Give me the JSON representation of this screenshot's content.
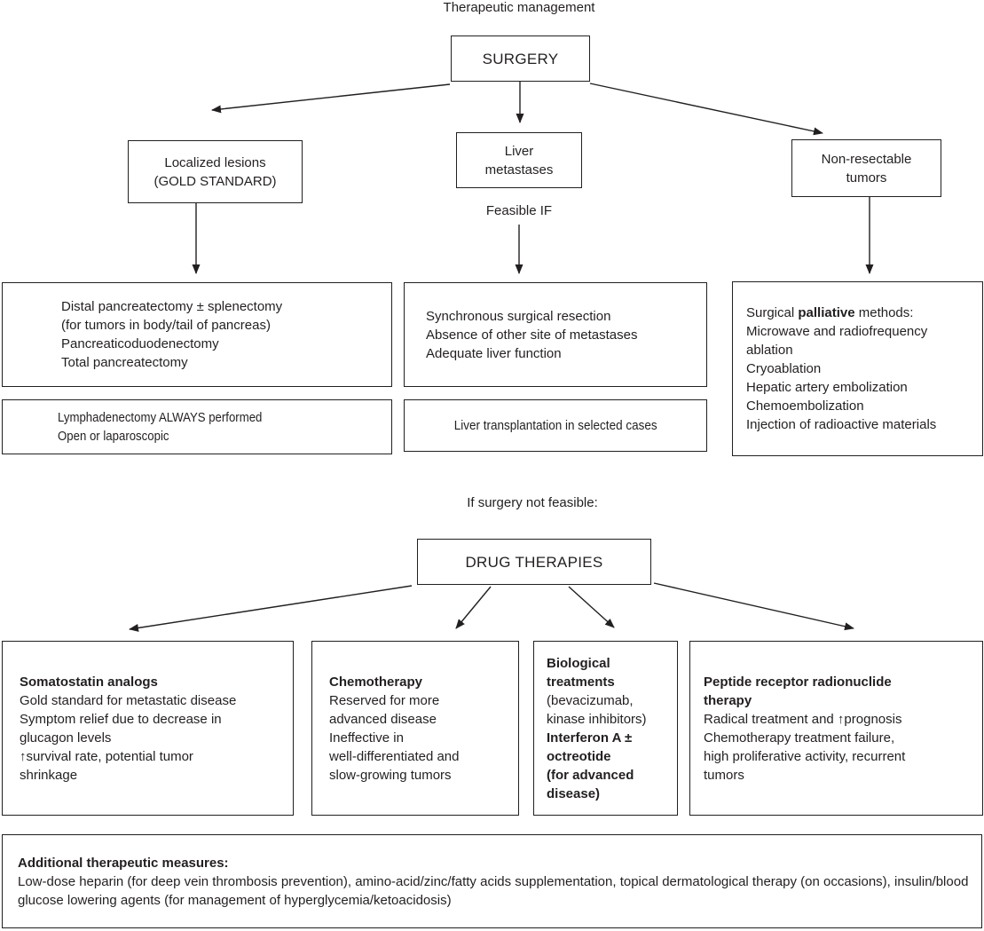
{
  "title": "Therapeutic management",
  "nodes": {
    "surgery": {
      "label": "SURGERY"
    },
    "localized": {
      "line1": "Localized lesions",
      "line2": "(GOLD STANDARD)"
    },
    "liver_metastases": {
      "line1": "Liver",
      "line2": "metastases"
    },
    "feasible_label": "Feasible IF",
    "non_resectable": {
      "line1": "Non-resectable",
      "line2": "tumors"
    },
    "localized_detail": {
      "lines": [
        "Distal pancreatectomy ± splenectomy",
        "(for tumors in body/tail of pancreas)",
        "Pancreaticoduodenectomy",
        "Total pancreatectomy"
      ]
    },
    "liver_detail": {
      "lines": [
        "Synchronous surgical resection",
        "Absence of other site of metastases",
        "Adequate liver function"
      ]
    },
    "palliative_detail": {
      "head_prefix": "Surgical ",
      "head_bold": "palliative",
      "head_suffix": " methods:",
      "lines": [
        "Microwave and radiofrequency",
        "ablation",
        "Cryoablation",
        "Hepatic artery embolization",
        "Chemoembolization",
        "Injection of radioactive materials"
      ]
    },
    "lymphadenectomy": {
      "line1": "Lymphadenectomy ALWAYS performed",
      "line2": "Open or laparoscopic"
    },
    "transplant": {
      "line": "Liver transplantation in selected cases"
    },
    "not_feasible_label": "If surgery not feasible:",
    "drug_therapies": {
      "label": "DRUG THERAPIES"
    },
    "somatostatin": {
      "title": "Somatostatin analogs",
      "lines": [
        "Gold standard for metastatic disease",
        "Symptom relief due to decrease in",
        "glucagon levels",
        "↑survival rate, potential tumor",
        "shrinkage"
      ]
    },
    "chemotherapy": {
      "title": "Chemotherapy",
      "lines": [
        "Reserved for more",
        "advanced disease",
        "Ineffective in",
        "well-differentiated and",
        "slow-growing tumors"
      ]
    },
    "biological": {
      "bold_lines_1": [
        "Biological",
        "treatments"
      ],
      "normal_lines": [
        "(bevacizumab,",
        "kinase inhibitors)"
      ],
      "bold_lines_2": [
        "Interferon A ±",
        "octreotide",
        "(for advanced",
        "disease)"
      ]
    },
    "peptide": {
      "title_line1": "Peptide receptor radionuclide",
      "title_line2": "therapy",
      "lines": [
        "Radical treatment and ↑prognosis",
        "Chemotherapy treatment failure,",
        "high proliferative activity, recurrent",
        "tumors"
      ]
    },
    "additional": {
      "title": "Additional therapeutic measures:",
      "text": "Low-dose heparin (for deep vein thrombosis prevention), amino-acid/zinc/fatty acids supplementation, topical dermatological therapy (on occasions), insulin/blood glucose lowering agents (for management of hyperglycemia/ketoacidosis)"
    }
  },
  "colors": {
    "ink": "#231f20",
    "background": "#ffffff"
  }
}
